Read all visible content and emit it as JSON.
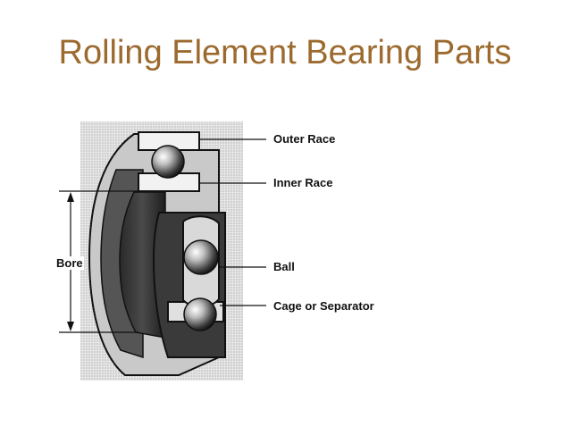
{
  "title": "Rolling Element Bearing Parts",
  "labels": {
    "outer_race": "Outer Race",
    "inner_race": "Inner Race",
    "ball": "Ball",
    "cage": "Cage or Separator",
    "bore": "Bore"
  },
  "colors": {
    "title": "#9c6a2e",
    "text": "#111111",
    "background": "#ffffff"
  }
}
